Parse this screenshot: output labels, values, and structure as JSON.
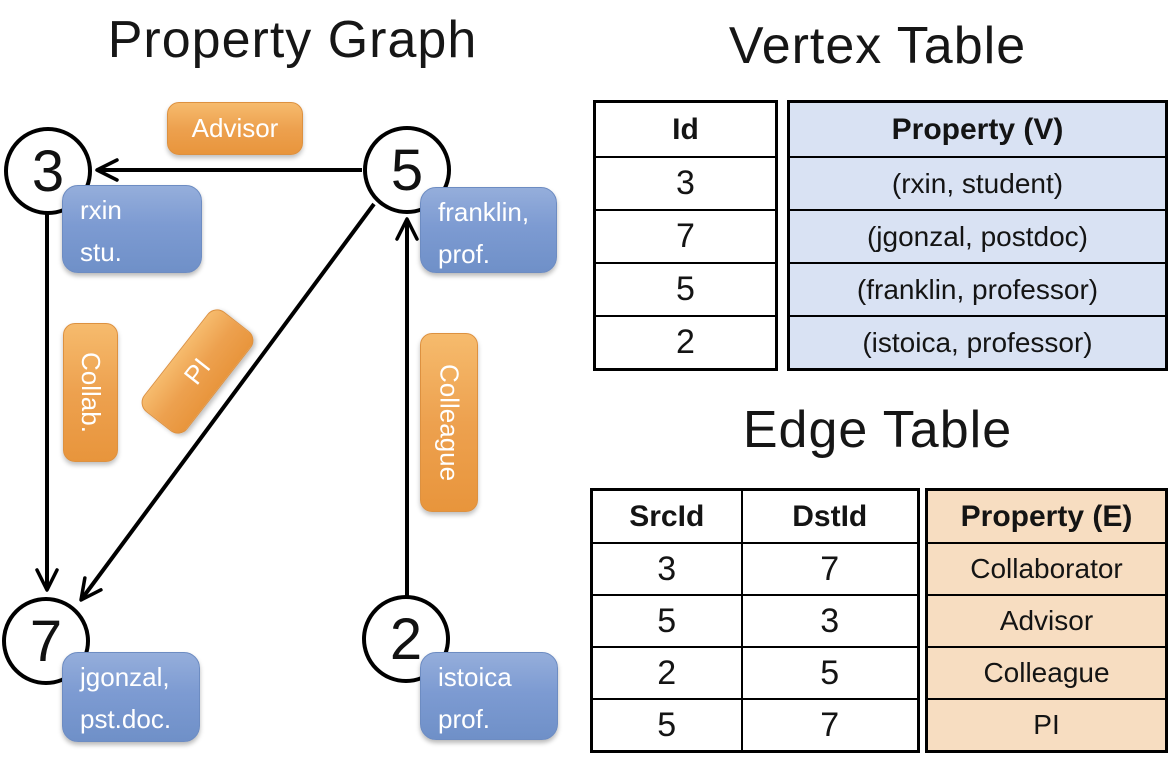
{
  "titles": {
    "graph": "Property Graph",
    "vertex_table": "Vertex Table",
    "edge_table": "Edge Table"
  },
  "graph": {
    "nodes": [
      {
        "id": "3",
        "prop_line1": "rxin",
        "prop_line2": "stu."
      },
      {
        "id": "5",
        "prop_line1": "franklin,",
        "prop_line2": "prof."
      },
      {
        "id": "7",
        "prop_line1": "jgonzal,",
        "prop_line2": "pst.doc."
      },
      {
        "id": "2",
        "prop_line1": "istoica",
        "prop_line2": "prof."
      }
    ],
    "edge_labels": {
      "advisor": "Advisor",
      "collab": "Collab.",
      "pi": "PI",
      "colleague": "Colleague"
    },
    "edges": [
      {
        "src": "5",
        "dst": "3",
        "label": "Advisor"
      },
      {
        "src": "3",
        "dst": "7",
        "label": "Collab."
      },
      {
        "src": "5",
        "dst": "7",
        "label": "PI"
      },
      {
        "src": "2",
        "dst": "5",
        "label": "Colleague"
      }
    ]
  },
  "vertex_table": {
    "columns": [
      "Id",
      "Property (V)"
    ],
    "rows": [
      [
        "3",
        "(rxin, student)"
      ],
      [
        "7",
        "(jgonzal, postdoc)"
      ],
      [
        "5",
        "(franklin, professor)"
      ],
      [
        "2",
        "(istoica, professor)"
      ]
    ]
  },
  "edge_table": {
    "columns": [
      "SrcId",
      "DstId",
      "Property (E)"
    ],
    "rows": [
      [
        "3",
        "7",
        "Collaborator"
      ],
      [
        "5",
        "3",
        "Advisor"
      ],
      [
        "2",
        "5",
        "Colleague"
      ],
      [
        "5",
        "7",
        "PI"
      ]
    ]
  },
  "colors": {
    "edge_label_orange": "#eda14f",
    "vertex_prop_blue": "#7d9bd2",
    "vertex_table_fill": "#d9e2f3",
    "edge_table_fill": "#f7ddc1",
    "line_black": "#000000",
    "text_white": "#ffffff"
  }
}
